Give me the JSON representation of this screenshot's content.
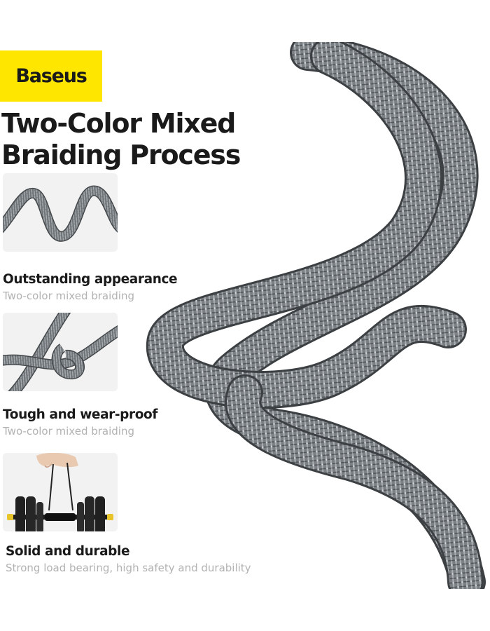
{
  "brand": {
    "logo_text": "Baseus",
    "accent_color": "#ffe600"
  },
  "headline": {
    "line1": "Two-Color Mixed",
    "line2": "Braiding Process"
  },
  "hero": {
    "icon": "braided-cable-illustration",
    "cable_color": "#6f7478"
  },
  "features": [
    {
      "title": "Outstanding appearance",
      "description": "Two-color mixed braiding",
      "icon": "wavy-cable-icon"
    },
    {
      "title": "Tough and wear-proof",
      "description": "Two-color mixed braiding",
      "icon": "knotted-cable-icon"
    },
    {
      "title": "Solid and durable",
      "description": "Strong load bearing, high safety and durability",
      "icon": "dumbbell-load-icon"
    }
  ]
}
